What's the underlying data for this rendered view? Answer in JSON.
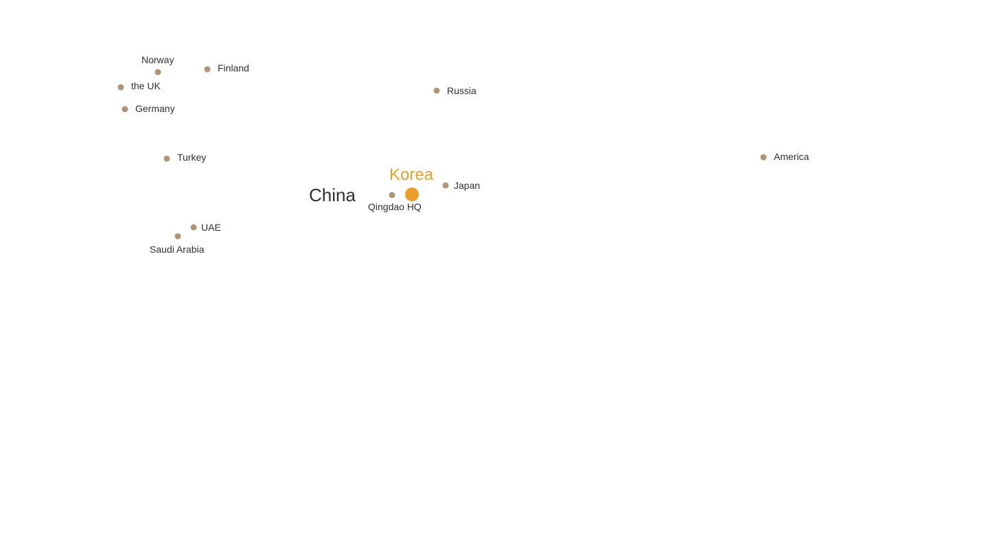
{
  "colors": {
    "marker": "#ad9677",
    "highlight": "#ec9e2a",
    "text": "#2f2f2f"
  },
  "map": {
    "region_label": "China",
    "highlight": {
      "name": "Korea"
    },
    "locations": [
      {
        "id": "norway",
        "name": "Norway"
      },
      {
        "id": "finland",
        "name": "Finland"
      },
      {
        "id": "the-uk",
        "name": "the UK"
      },
      {
        "id": "russia",
        "name": "Russia"
      },
      {
        "id": "germany",
        "name": "Germany"
      },
      {
        "id": "turkey",
        "name": "Turkey"
      },
      {
        "id": "america",
        "name": "America"
      },
      {
        "id": "japan",
        "name": "Japan"
      },
      {
        "id": "qingdao-hq",
        "name": "Qingdao HQ"
      },
      {
        "id": "uae",
        "name": "UAE"
      },
      {
        "id": "saudi-arabia",
        "name": "Saudi Arabia"
      }
    ]
  }
}
